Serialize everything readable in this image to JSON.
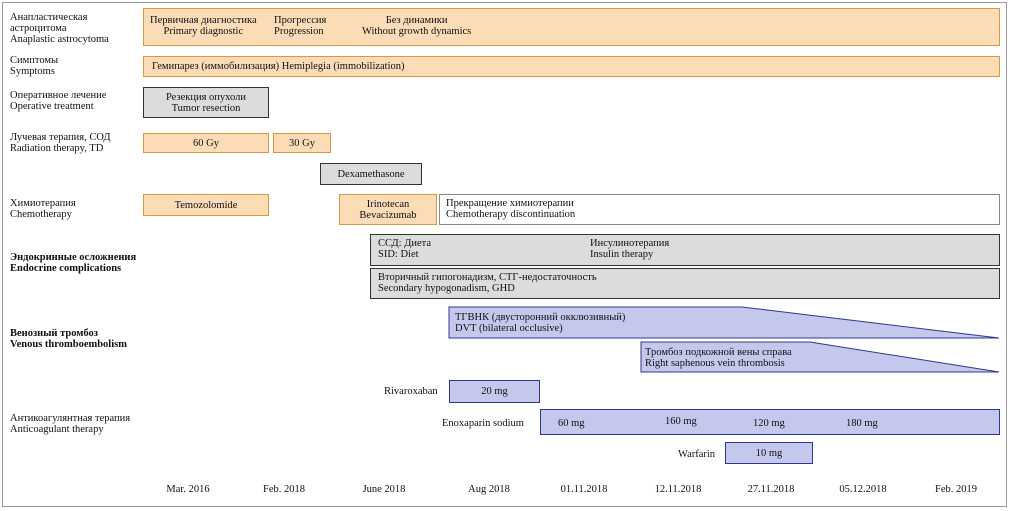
{
  "rows": {
    "diagnosis": {
      "ru": "Анапластическая астроцитома",
      "ru_line1": "Анапластическая",
      "ru_line2": "астроцитома",
      "en": "Anaplastic astrocytoma"
    },
    "symptoms": {
      "ru": "Симптомы",
      "en": "Symptoms"
    },
    "surgery": {
      "ru": "Оперативное лечение",
      "en": "Operative treatment"
    },
    "radiation": {
      "ru": "Лучевая терапия, СОД",
      "en": "Radiation therapy, TD"
    },
    "chemo": {
      "ru": "Химиотерапия",
      "en": "Chemotherapy"
    },
    "endocrine": {
      "ru": "Эндокринные осложнения",
      "en": "Endocrine complications"
    },
    "vte": {
      "ru": "Венозный тромбоз",
      "en": "Venous thromboembolism"
    },
    "anticoag": {
      "ru": "Антикоагулянтная терапия",
      "en": "Anticoagulant therapy"
    }
  },
  "diagnosis_bar": {
    "seg1_ru": "Первичная диагностика",
    "seg1_en": "Primary diagnostic",
    "seg2_ru": "Прогрессия",
    "seg2_en": "Progression",
    "seg3_ru": "Без динамики",
    "seg3_en": "Without growth dynamics"
  },
  "symptoms_bar": {
    "text": "Гемипарез (иммобилизация)  Hemiplegia (immobilization)"
  },
  "surgery_bar": {
    "ru": "Резекция опухоли",
    "en": "Tumor resection"
  },
  "radiation_bars": {
    "dose1": "60 Gy",
    "dose2": "30 Gy"
  },
  "dexamethasone": "Dexamethasone",
  "chemo_bars": {
    "drug1": "Temozolomide",
    "drug2_line1": "Irinotecan",
    "drug2_line2": "Bevacizumab",
    "stop_ru": "Прекращение химиотерапии",
    "stop_en": "Chemotherapy discontinuation"
  },
  "endocrine_bars": {
    "sid_ru": "ССД: Диета",
    "sid_en": "SID: Diet",
    "insulin_ru": "Инсулинотерапия",
    "insulin_en": "Insulin therapy",
    "hypo_ru": "Вторичный гипогонадизм, СТГ-недостаточность",
    "hypo_en": "Secondary hypogonadism, GHD"
  },
  "vte_bars": {
    "dvt_ru": "ТГВНК (двусторонний окклюзивный)",
    "dvt_en": "DVT (bilateral  occlusive)",
    "svt_ru": "Тромбоз подкожной вены справа",
    "svt_en": "Right saphenous vein thrombosis"
  },
  "anticoag_bars": {
    "rivaroxaban_label": "Rivaroxaban",
    "rivaroxaban_dose": "20 mg",
    "enox_label": "Enoxaparin sodium",
    "enox_doses": [
      "60 mg",
      "160 mg",
      "120 mg",
      "180 mg"
    ],
    "warfarin_label": "Warfarin",
    "warfarin_dose": "10 mg"
  },
  "axis": {
    "ticks": [
      "Mar. 2016",
      "Feb. 2018",
      "June 2018",
      "Aug 2018",
      "01.11.2018",
      "12.11.2018",
      "27.11.2018",
      "05.12.2018",
      "Feb. 2019"
    ]
  },
  "colors": {
    "orange_fill": "#fcdcb7",
    "orange_border": "#d9973f",
    "gray_fill": "#dcdcdc",
    "blue_fill": "#c4c8ec",
    "blue_border": "#2b3a8c"
  }
}
